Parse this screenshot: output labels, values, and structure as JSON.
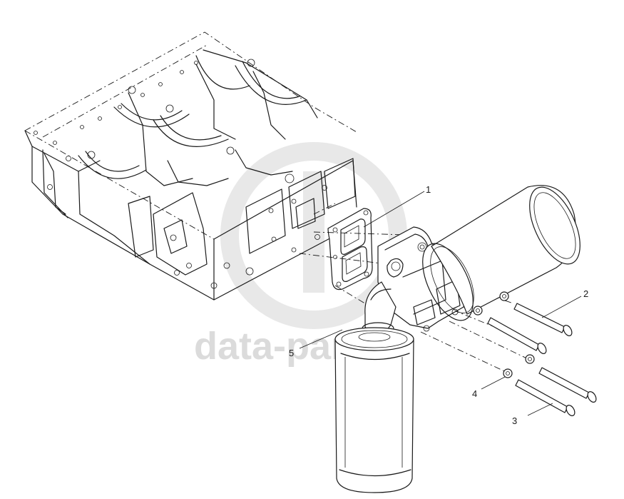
{
  "watermark": {
    "text": "data-parts",
    "color": "#cfcfcf"
  },
  "callouts": [
    {
      "id": "1",
      "label": "1"
    },
    {
      "id": "2",
      "label": "2"
    },
    {
      "id": "3",
      "label": "3"
    },
    {
      "id": "4",
      "label": "4"
    },
    {
      "id": "5",
      "label": "5"
    }
  ],
  "colors": {
    "line": "#1a1a1a",
    "background": "#ffffff"
  }
}
